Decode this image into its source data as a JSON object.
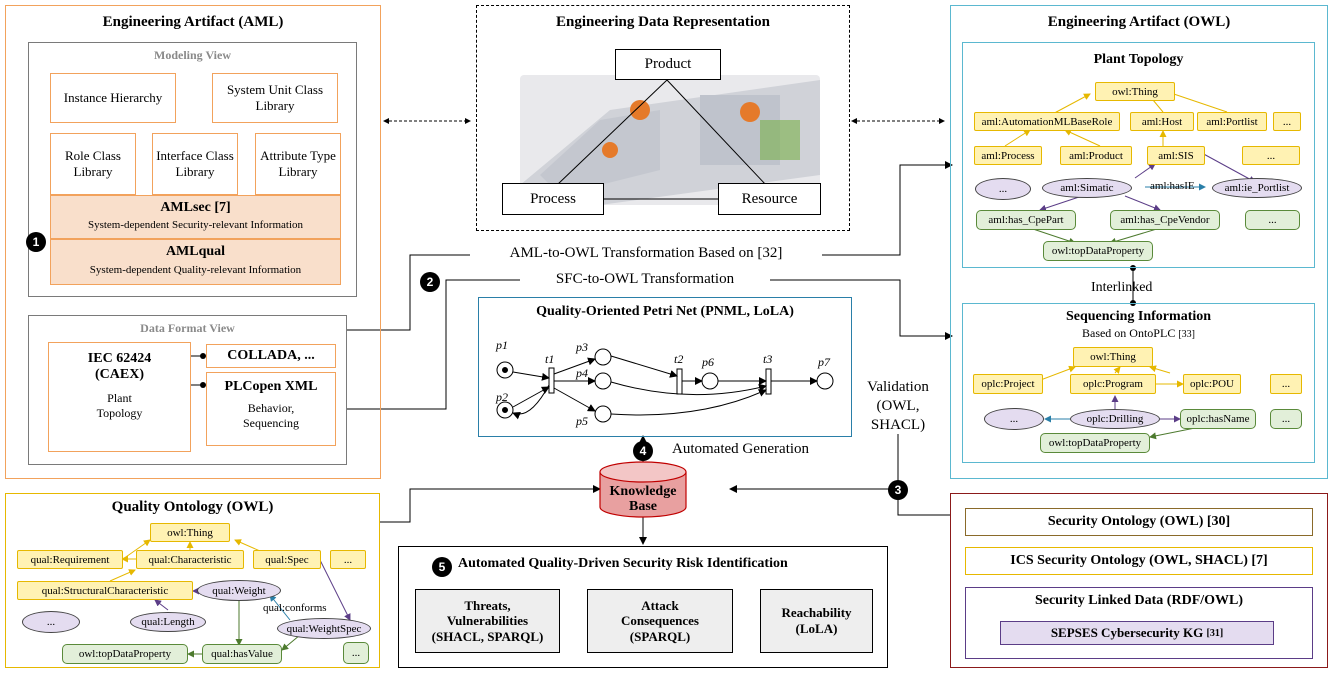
{
  "aml": {
    "title": "Engineering Artifact (AML)",
    "modeling_view": "Modeling View",
    "instance_hierarchy": "Instance Hierarchy",
    "system_unit": "System Unit Class Library",
    "role_class": "Role Class Library",
    "interface_class": "Interface Class Library",
    "attribute_type": "Attribute Type Library",
    "amlsec": "AMLsec",
    "amlsec_ref": "[7]",
    "amlsec_sub": "System-dependent Security-relevant Information",
    "amlqual": "AMLqual",
    "amlqual_sub": "System-dependent Quality-relevant Information",
    "data_format_view": "Data Format View",
    "iec": "IEC 62424 (CAEX)",
    "plant": "Plant Topology",
    "collada": "COLLADA, ...",
    "plcopen": "PLCopen XML",
    "behavior": "Behavior, Sequencing"
  },
  "edr": {
    "title": "Engineering Data Representation",
    "product": "Product",
    "process": "Process",
    "resource": "Resource"
  },
  "owl": {
    "title": "Engineering Artifact (OWL)",
    "plant_topology": "Plant Topology",
    "thing": "owl:Thing",
    "base_role": "aml:AutomationMLBaseRole",
    "host": "aml:Host",
    "portlist": "aml:Portlist",
    "ellipsis": "...",
    "process": "aml:Process",
    "product": "aml:Product",
    "sis": "aml:SIS",
    "simatic": "aml:Simatic",
    "has_ie": "aml:hasIE",
    "ie_portlist": "aml:ie_Portlist",
    "cpe_part": "aml:has_CpePart",
    "cpe_vendor": "aml:has_CpeVendor",
    "top_data": "owl:topDataProperty",
    "interlinked": "Interlinked",
    "seq_title": "Sequencing Information",
    "seq_sub": "Based on OntoPLC",
    "seq_ref": "[33]",
    "oplc_project": "oplc:Project",
    "oplc_program": "oplc:Program",
    "oplc_pou": "oplc:POU",
    "oplc_drilling": "oplc:Drilling",
    "oplc_hasname": "oplc:hasName"
  },
  "flows": {
    "aml_to_owl": "AML-to-OWL Transformation Based on [32]",
    "sfc_to_owl": "SFC-to-OWL Transformation",
    "validation": "Validation (OWL, SHACL)",
    "automated_generation": "Automated Generation"
  },
  "petri": {
    "title": "Quality-Oriented Petri Net (PNML, LoLA)",
    "p1": "p1",
    "p2": "p2",
    "p3": "p3",
    "p4": "p4",
    "p5": "p5",
    "p6": "p6",
    "p7": "p7",
    "t1": "t1",
    "t2": "t2",
    "t3": "t3"
  },
  "kb": {
    "line1": "Knowledge",
    "line2": "Base"
  },
  "quality": {
    "title": "Quality Ontology (OWL)",
    "thing": "owl:Thing",
    "requirement": "qual:Requirement",
    "characteristic": "qual:Characteristic",
    "spec": "qual:Spec",
    "ellipsis": "...",
    "structural": "qual:StructuralCharacteristic",
    "weight": "qual:Weight",
    "conforms": "qual:conforms",
    "length": "qual:Length",
    "weight_spec": "qual:WeightSpec",
    "top_data": "owl:topDataProperty",
    "has_value": "qual:hasValue"
  },
  "risk": {
    "title": "Automated Quality-Driven Security Risk Identification",
    "threats": "Threats, Vulnerabilities (SHACL, SPARQL)",
    "attack": "Attack Consequences (SPARQL)",
    "reach": "Reachability (LoLA)"
  },
  "security": {
    "sec_onto": "Security Ontology (OWL)",
    "sec_onto_ref": "[30]",
    "ics": "ICS Security Ontology (OWL, SHACL)",
    "ics_ref": "[7]",
    "linked": "Security Linked Data (RDF/OWL)",
    "sepses": "SEPSES Cybersecurity KG",
    "sepses_ref": "[31]"
  },
  "numbers": {
    "n1": "1",
    "n2": "2",
    "n3": "3",
    "n4": "4",
    "n5": "5"
  }
}
